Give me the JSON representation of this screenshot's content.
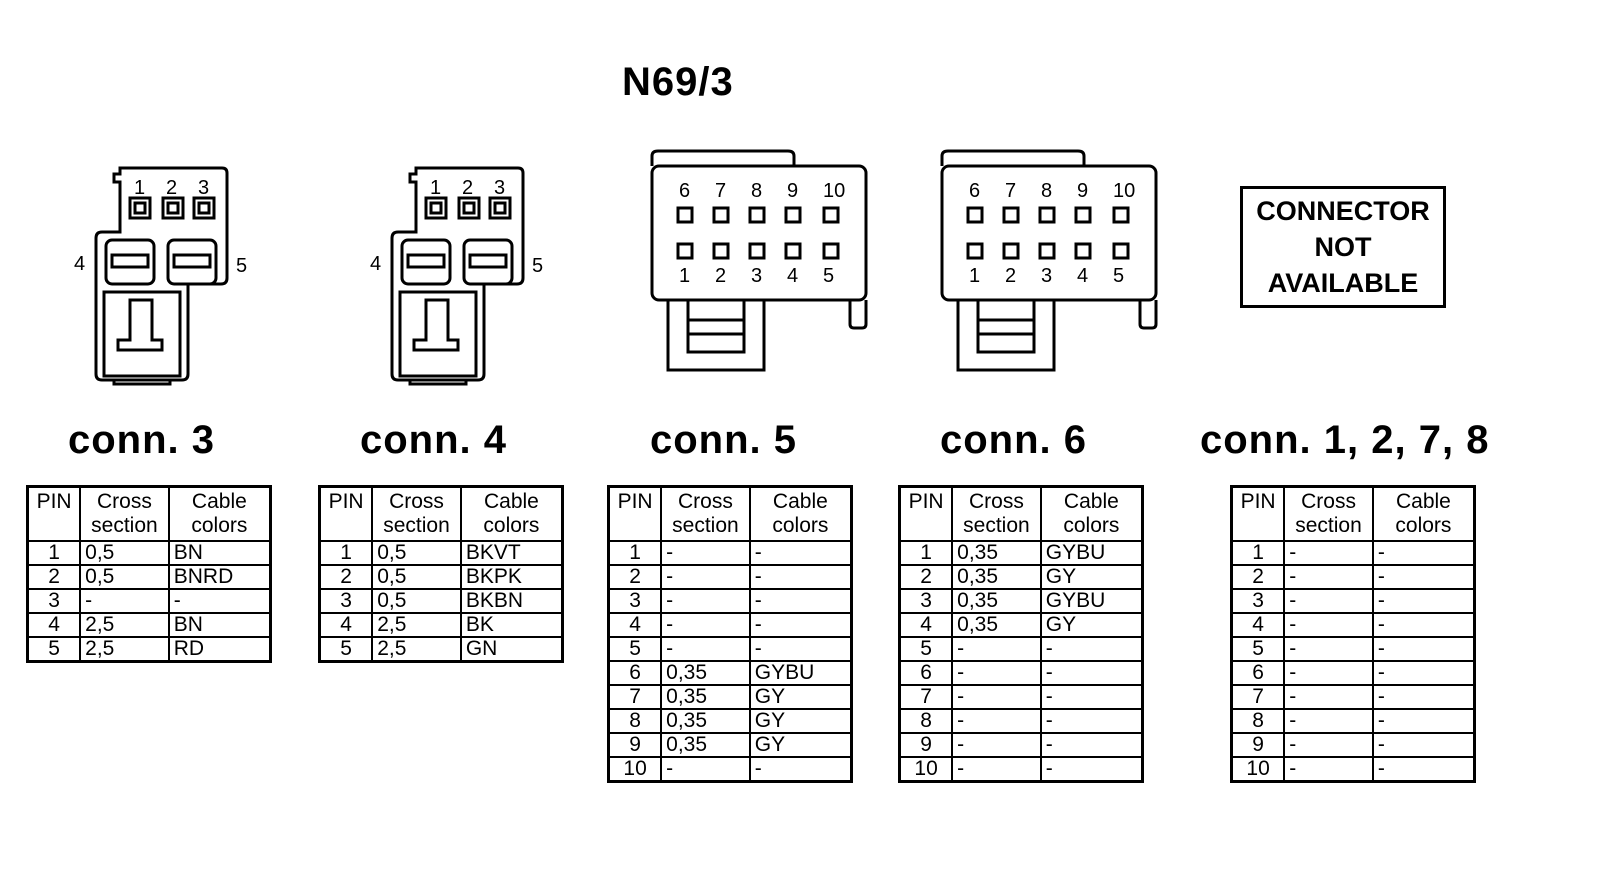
{
  "title": "N69/3",
  "connectors": [
    {
      "id": "conn3",
      "label": "conn. 3",
      "pin_labels": [
        "1",
        "2",
        "3",
        "4",
        "5"
      ],
      "headers": [
        "PIN",
        "Cross section",
        "Cable colors"
      ],
      "rows": [
        [
          "1",
          "0,5",
          "BN"
        ],
        [
          "2",
          "0,5",
          "BNRD"
        ],
        [
          "3",
          "-",
          "-"
        ],
        [
          "4",
          "2,5",
          "BN"
        ],
        [
          "5",
          "2,5",
          "RD"
        ]
      ]
    },
    {
      "id": "conn4",
      "label": "conn. 4",
      "pin_labels": [
        "1",
        "2",
        "3",
        "4",
        "5"
      ],
      "headers": [
        "PIN",
        "Cross section",
        "Cable colors"
      ],
      "rows": [
        [
          "1",
          "0,5",
          "BKVT"
        ],
        [
          "2",
          "0,5",
          "BKPK"
        ],
        [
          "3",
          "0,5",
          "BKBN"
        ],
        [
          "4",
          "2,5",
          "BK"
        ],
        [
          "5",
          "2,5",
          "GN"
        ]
      ]
    },
    {
      "id": "conn5",
      "label": "conn. 5",
      "pin_labels": [
        "6",
        "7",
        "8",
        "9",
        "10",
        "1",
        "2",
        "3",
        "4",
        "5"
      ],
      "headers": [
        "PIN",
        "Cross section",
        "Cable colors"
      ],
      "rows": [
        [
          "1",
          "-",
          "-"
        ],
        [
          "2",
          "-",
          "-"
        ],
        [
          "3",
          "-",
          "-"
        ],
        [
          "4",
          "-",
          "-"
        ],
        [
          "5",
          "-",
          "-"
        ],
        [
          "6",
          "0,35",
          "GYBU"
        ],
        [
          "7",
          "0,35",
          "GY"
        ],
        [
          "8",
          "0,35",
          "GY"
        ],
        [
          "9",
          "0,35",
          "GY"
        ],
        [
          "10",
          "-",
          "-"
        ]
      ]
    },
    {
      "id": "conn6",
      "label": "conn. 6",
      "pin_labels": [
        "6",
        "7",
        "8",
        "9",
        "10",
        "1",
        "2",
        "3",
        "4",
        "5"
      ],
      "headers": [
        "PIN",
        "Cross section",
        "Cable colors"
      ],
      "rows": [
        [
          "1",
          "0,35",
          "GYBU"
        ],
        [
          "2",
          "0,35",
          "GY"
        ],
        [
          "3",
          "0,35",
          "GYBU"
        ],
        [
          "4",
          "0,35",
          "GY"
        ],
        [
          "5",
          "-",
          "-"
        ],
        [
          "6",
          "-",
          "-"
        ],
        [
          "7",
          "-",
          "-"
        ],
        [
          "8",
          "-",
          "-"
        ],
        [
          "9",
          "-",
          "-"
        ],
        [
          "10",
          "-",
          "-"
        ]
      ]
    },
    {
      "id": "conn1278",
      "label": "conn. 1, 2, 7, 8",
      "unavailable_lines": [
        "CONNECTOR",
        "NOT",
        "AVAILABLE"
      ],
      "headers": [
        "PIN",
        "Cross section",
        "Cable colors"
      ],
      "rows": [
        [
          "1",
          "-",
          "-"
        ],
        [
          "2",
          "-",
          "-"
        ],
        [
          "3",
          "-",
          "-"
        ],
        [
          "4",
          "-",
          "-"
        ],
        [
          "5",
          "-",
          "-"
        ],
        [
          "6",
          "-",
          "-"
        ],
        [
          "7",
          "-",
          "-"
        ],
        [
          "8",
          "-",
          "-"
        ],
        [
          "9",
          "-",
          "-"
        ],
        [
          "10",
          "-",
          "-"
        ]
      ]
    }
  ]
}
